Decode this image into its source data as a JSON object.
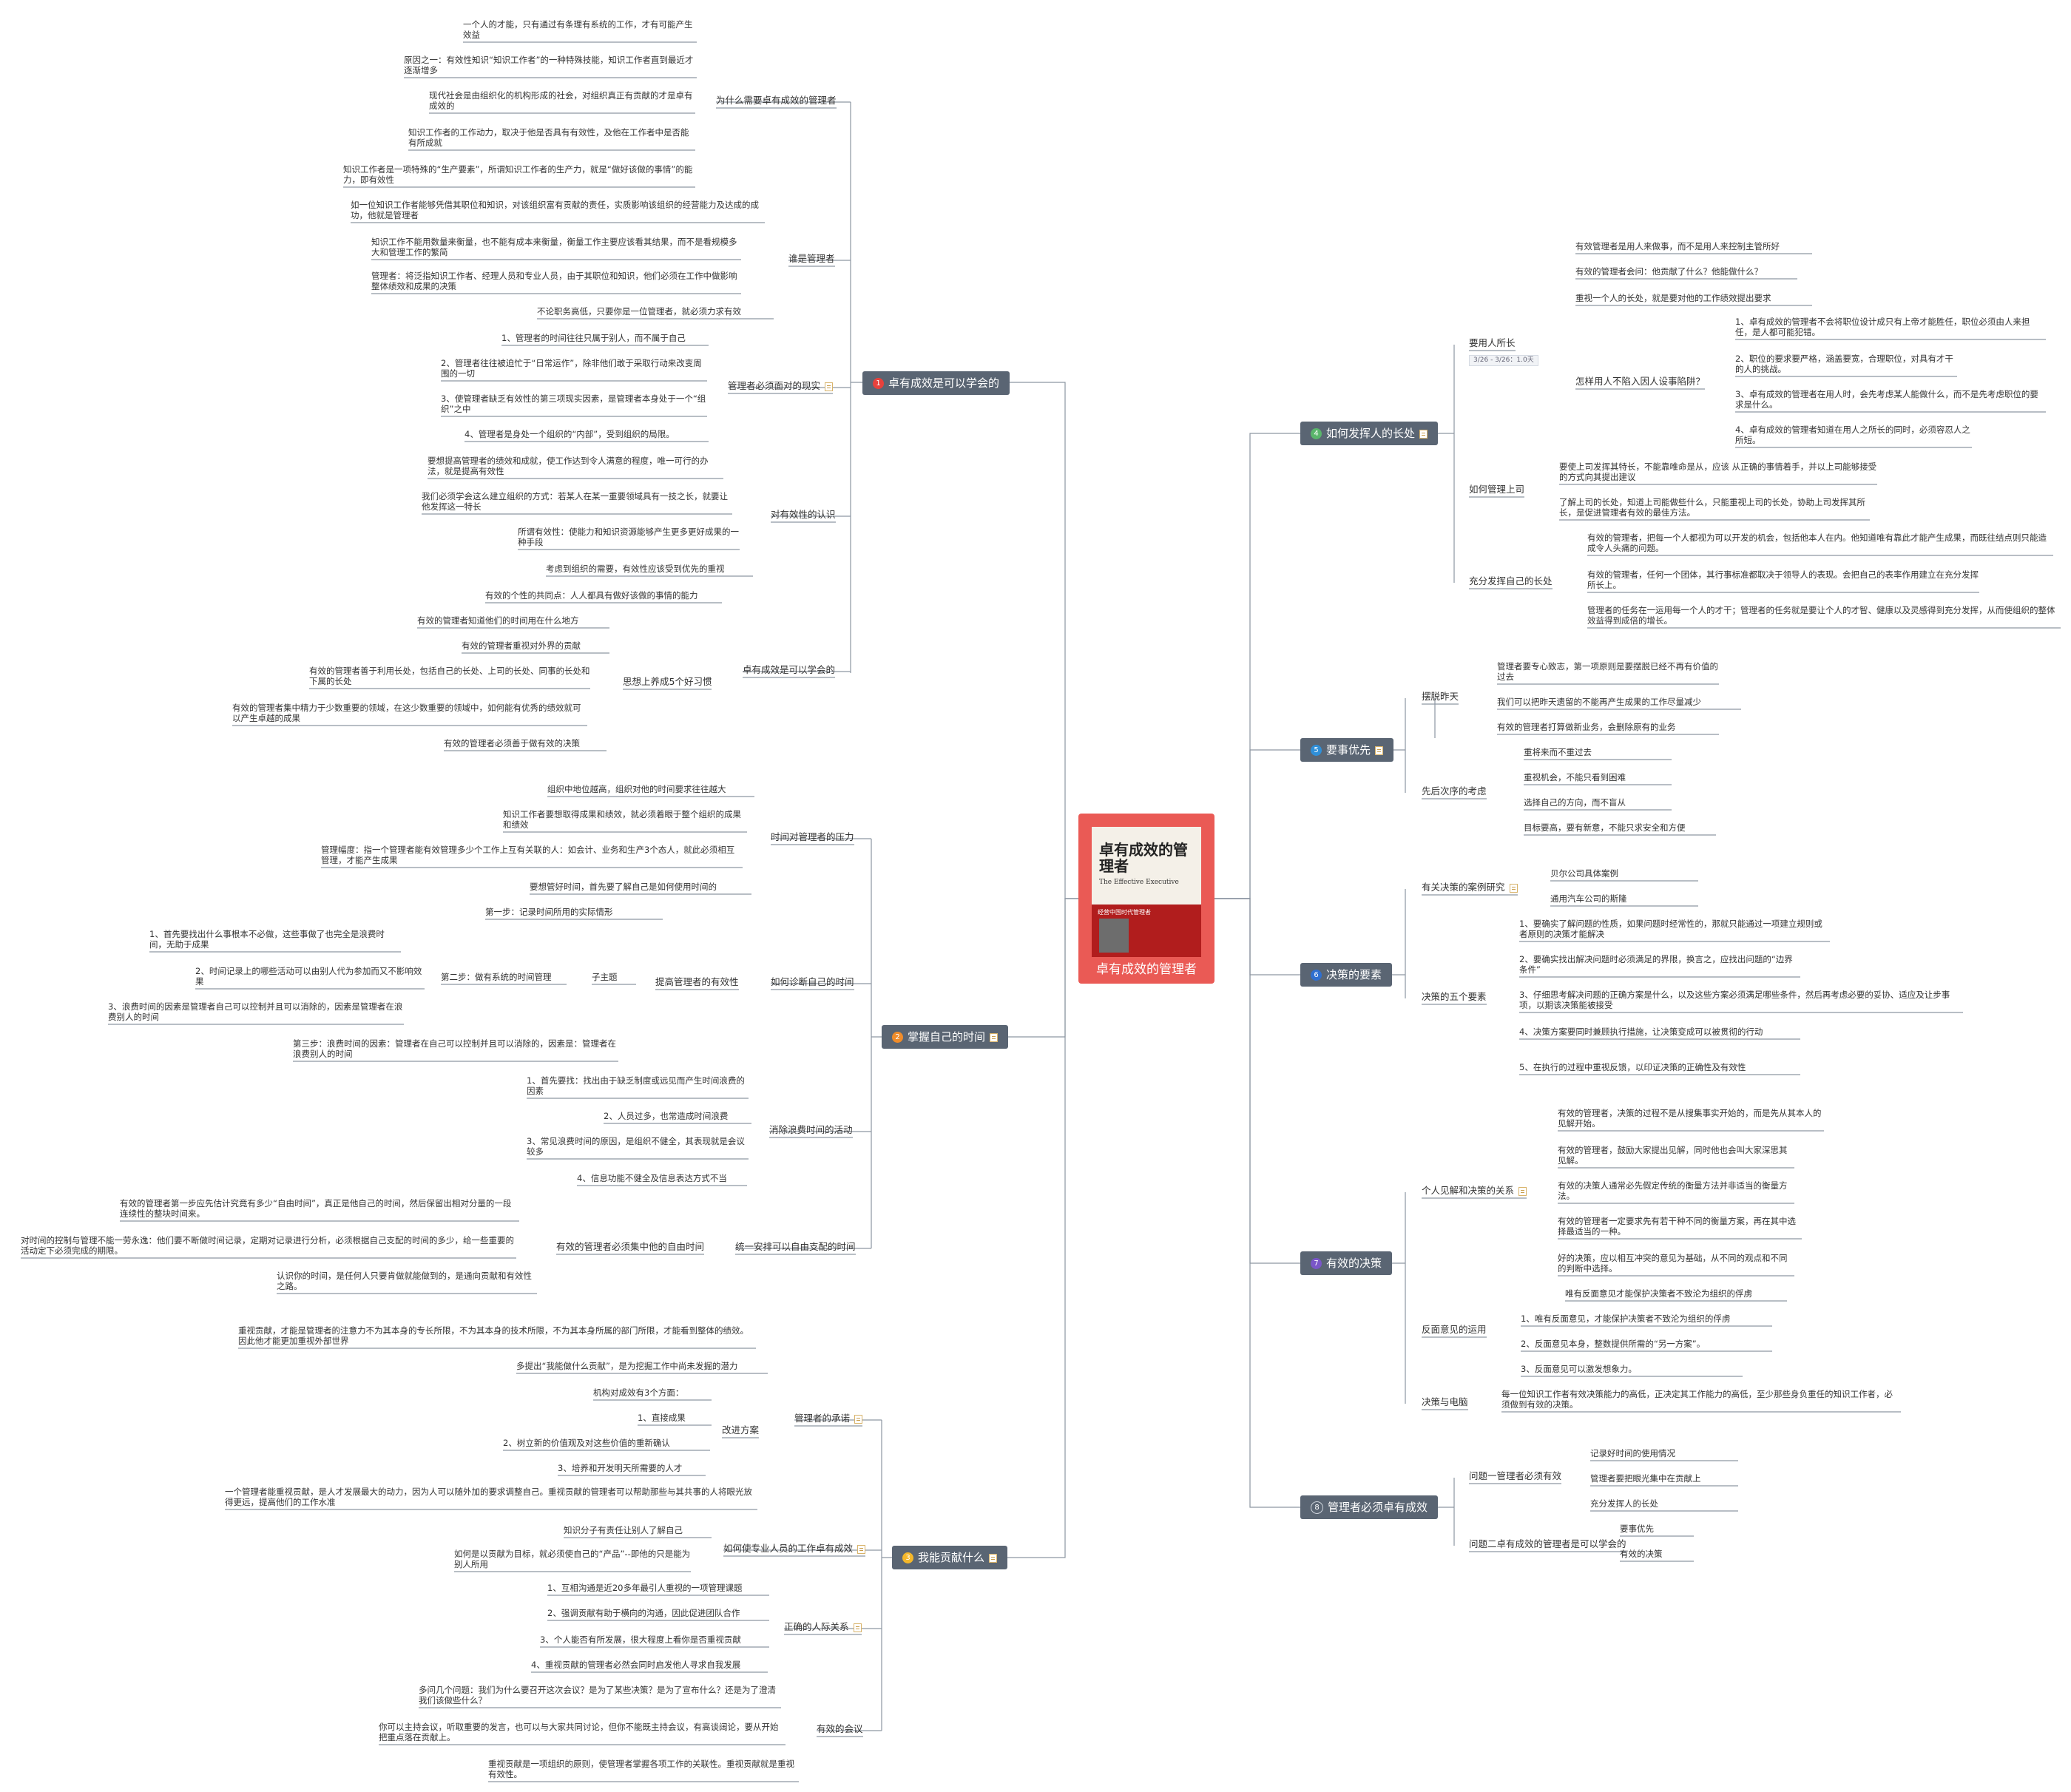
{
  "root": {
    "title": "卓有成效的管理者",
    "book_title": "卓有成效的管理者",
    "book_subtitle": "The Effective Executive",
    "book_band": "经营中国时代管理者"
  },
  "branches": {
    "b1": {
      "num": "1",
      "label": "卓有成效是可以学会的"
    },
    "b2": {
      "num": "2",
      "label": "掌握自己的时间"
    },
    "b3": {
      "num": "3",
      "label": "我能贡献什么"
    },
    "b4": {
      "num": "4",
      "label": "如何发挥人的长处"
    },
    "b5": {
      "num": "5",
      "label": "要事优先"
    },
    "b6": {
      "num": "6",
      "label": "决策的要素"
    },
    "b7": {
      "num": "7",
      "label": "有效的决策"
    },
    "b8": {
      "num": "8",
      "label": "管理者必须卓有成效"
    }
  },
  "colors": {
    "branch_bg": "#5a6573",
    "root_bg": "#ea5a55",
    "line": "#8d96a2",
    "b1": "#e8413c",
    "b2": "#f08c2a",
    "b3": "#f4b72a",
    "b4": "#5ab56b",
    "b5": "#2f8fd8",
    "b6": "#2f6fd0",
    "b7": "#7a56c8",
    "b8": "#5a6573"
  },
  "icons": {
    "note": "note-icon",
    "number": "number-badge-icon"
  },
  "b1": {
    "s1": "为什么需要卓有成效的管理者",
    "s1_items": [
      "一个人的才能，只有通过有条理有系统的工作，才有可能产生效益",
      "原因之一：有效性知识“知识工作者”的一种特殊技能，知识工作者直到最近才逐渐增多",
      "现代社会是由组织化的机构形成的社会，对组织真正有贡献的才是卓有成效的",
      "知识工作者的工作动力，取决于他是否具有有效性，及他在工作者中是否能有所成就",
      "知识工作者是一项特殊的“生产要素”，所谓知识工作者的生产力，就是“做好该做的事情”的能力，即有效性"
    ],
    "s2": "谁是管理者",
    "s2_items": [
      "如一位知识工作者能够凭借其职位和知识，对该组织富有贡献的责任，实质影响该组织的经营能力及达成的成功，他就是管理者",
      "知识工作不能用数量来衡量，也不能有成本来衡量，衡量工作主要应该看其结果，而不是看规模多大和管理工作的繁简",
      "管理者：将泛指知识工作者、经理人员和专业人员，由于其职位和知识，他们必须在工作中做影响整体绩效和成果的决策",
      "不论职务高低，只要你是一位管理者，就必须力求有效"
    ],
    "s3": "管理者必须面对的现实",
    "s3_items": [
      "1、管理者的时间往往只属于别人，而不属于自己",
      "2、管理者往往被迫忙于“日常运作”，除非他们敢于采取行动来改变周围的一切",
      "3、使管理者缺乏有效性的第三项现实因素，是管理者本身处于一个“组织”之中",
      "4、管理者是身处一个组织的“内部”，受到组织的局限。"
    ],
    "s4": "对有效性的认识",
    "s4_items": [
      "要想提高管理者的绩效和成就，使工作达到令人满意的程度，唯一可行的办法，就是提高有效性",
      "我们必须学会这么建立组织的方式：若某人在某一重要领域具有一技之长，就要让他发挥这一特长",
      "所谓有效性：使能力和知识资源能够产生更多更好成果的一种手段",
      "考虑到组织的需要，有效性应该受到优先的重视"
    ],
    "s5": "卓有成效是可以学会的",
    "s5_a": "有效的个性的共同点：人人都具有做好该做的事情的能力",
    "s5_b": "思想上养成5个好习惯",
    "s5_items": [
      "有效的管理者知道他们的时间用在什么地方",
      "有效的管理者重视对外界的贡献",
      "有效的管理者善于利用长处，包括自己的长处、上司的长处、同事的长处和下属的长处",
      "有效的管理者集中精力于少数重要的领域，在这少数重要的领域中，如何能有优秀的绩效就可以产生卓越的成果",
      "有效的管理者必须善于做有效的决策"
    ]
  },
  "b2": {
    "s1": "时间对管理者的压力",
    "s1_items": [
      "组织中地位越高，组织对他的时间要求往往越大",
      "知识工作者要想取得成果和绩效，就必须着眼于整个组织的成果和绩效",
      "管理幅度：指一个管理者能有效管理多少个工作上互有关联的人：如会计、业务和生产3个态人，就此必须相互管理，才能产生成果",
      "要想管好时间，首先要了解自己是如何使用时间的"
    ],
    "s2": "如何诊断自己的时间",
    "s2_a": "提高管理者的有效性",
    "s2_step1": "第一步：记录时间所用的实际情形",
    "s2_step2": "第二步：做有系统的时间管理",
    "s2_sub": "子主题",
    "s2_step2_items": [
      "1、首先要找出什么事根本不必做，这些事做了也完全是浪费时间，无助于成果",
      "2、时间记录上的哪些活动可以由别人代为参加而又不影响效果",
      "3、浪费时间的因素是管理者自己可以控制并且可以消除的，因素是管理者在浪费别人的时间"
    ],
    "s2_step3": "第三步：浪费时间的因素：管理者在自己可以控制并且可以消除的，因素是：管理者在浪费别人的时间",
    "s3": "消除浪费时间的活动",
    "s3_items": [
      "1、首先要找：找出由于缺乏制度或远见而产生时间浪费的因素",
      "2、人员过多，也常造成时间浪费",
      "3、常见浪费时间的原因，是组织不健全，其表现就是会议较多",
      "4、信息功能不健全及信息表达方式不当"
    ],
    "s4": "统一安排可以自由支配的时间",
    "s4_a": "有效的管理者必须集中他的自由时间",
    "s4_items": [
      "有效的管理者第一步应先估计究竟有多少“自由时间”，真正是他自己的时间，然后保留出相对分量的一段连续性的整块时间来。",
      "对时间的控制与管理不能一劳永逸：他们要不断做时间记录，定期对记录进行分析，必须根据自己支配的时间的多少，给一些重要的活动定下必须完成的期限。",
      "认识你的时间，是任何人只要肯做就能做到的，是通向贡献和有效性之路。"
    ]
  },
  "b3": {
    "s1": "管理者的承诺",
    "s1_top": "重视贡献，才能是管理者的注意力不为其本身的专长所限，不为其本身的技术所限，不为其本身所属的部门所限，才能看到整体的绩效。因此他才能更加重视外部世界",
    "s1_a": "多提出“我能做什么贡献”，是为挖掘工作中尚未发掘的潜力",
    "s1_b": "改进方案",
    "s1_b_items": [
      "机构对成效有3个方面：",
      "1、直接成果",
      "2、树立新的价值观及对这些价值的重新确认",
      "3、培养和开发明天所需要的人才"
    ],
    "s1_c": "一个管理者能重视贡献，是人才发展最大的动力，因为人可以随外加的要求调整自己。重视贡献的管理者可以帮助那些与其共事的人将眼光放得更远，提高他们的工作水准",
    "s2": "如何使专业人员的工作卓有成效",
    "s2_items": [
      "知识分子有责任让别人了解自己",
      "如何是以贡献为目标，就必须使自己的“产品”--即他的只是能为别人所用"
    ],
    "s3": "正确的人际关系",
    "s3_items": [
      "1、互相沟通是近20多年最引人重视的一项管理课题",
      "2、强调贡献有助于横向的沟通，因此促进团队合作",
      "3、个人能否有所发展，很大程度上看你是否重视贡献",
      "4、重视贡献的管理者必然会同时启发他人寻求自我发展"
    ],
    "s4": "有效的会议",
    "s4_items": [
      "多问几个问题：我们为什么要召开这次会议？是为了某些决策？是为了宣布什么？还是为了澄清我们该做些什么？",
      "你可以主持会议，听取重要的发言，也可以与大家共同讨论，但你不能既主持会议，有高谈阔论，要从开始把重点落在贡献上。",
      "重视贡献是一项组织的原则，使管理者掌握各项工作的关联性。重视贡献就是重视有效性。"
    ]
  },
  "b4": {
    "s1": "要用人所长",
    "s1_stamp": "3/26 - 3/26：1.0天",
    "s1_items": [
      "有效管理者是用人来做事，而不是用人来控制主管所好",
      "有效的管理者会问：他贡献了什么？他能做什么？",
      "重视一个人的长处，就是要对他的工作绩效提出要求"
    ],
    "s1_sub": "怎样用人不陷入因人设事陷阱？",
    "s1_sub_items": [
      "1、卓有成效的管理者不会将职位设计成只有上帝才能胜任，职位必须由人来担任，是人都可能犯错。",
      "2、职位的要求要严格，涵盖要宽，合理职位，对具有才干的人的挑战。",
      "3、卓有成效的管理者在用人时，会先考虑某人能做什么，而不是先考虑职位的要求是什么。",
      "4、卓有成效的管理者知道在用人之所长的同时，必须容忍人之所短。"
    ],
    "s2": "如何管理上司",
    "s2_items": [
      "要使上司发挥其特长，不能靠唯命是从，应该 从正确的事情着手，并以上司能够接受的方式向其提出建议",
      "了解上司的长处，知道上司能做些什么，只能重视上司的长处，协助上司发挥其所长，是促进管理者有效的最佳方法。"
    ],
    "s3": "充分发挥自己的长处",
    "s3_items": [
      "有效的管理者，把每一个人都视为可以开发的机会，包括他本人在内。他知道唯有靠此才能产生成果，而既往结点则只能造成令人头痛的问题。",
      "有效的管理者，任何一个团体，其行事标准都取决于领导人的表现。会把自己的表率作用建立在充分发挥所长上。",
      "管理者的任务在一运用每一个人的才干；管理者的任务就是要让个人的才智、健康以及灵感得到充分发挥，从而使组织的整体效益得到成倍的增长。"
    ]
  },
  "b5": {
    "s1": "摆脱昨天",
    "s1_items": [
      "管理者要专心致志，第一项原则是要摆脱已经不再有价值的过去",
      "我们可以把昨天遗留的不能再产生成果的工作尽量减少",
      "有效的管理者打算做新业务，会删除原有的业务"
    ],
    "s2": "先后次序的考虑",
    "s2_items": [
      "重将来而不重过去",
      "重视机会，不能只看到困难",
      "选择自己的方向，而不盲从",
      "目标要高，要有新意，不能只求安全和方便"
    ]
  },
  "b6": {
    "s1": "有关决策的案例研究",
    "s1_items": [
      "贝尔公司具体案例",
      "通用汽车公司的斯隆"
    ],
    "s2": "决策的五个要素",
    "s2_items": [
      "1、要确实了解问题的性质，如果问题时经常性的，那就只能通过一项建立规则或者原则的决策才能解决",
      "2、要确实找出解决问题时必须满足的界限，换言之，应找出问题的“边界条件”",
      "3、仔细思考解决问题的正确方案是什么，以及这些方案必须满足哪些条件，然后再考虑必要的妥协、适应及让步事项，以期该决策能被接受",
      "4、决策方案要同时兼顾执行措施，让决策变成可以被贯彻的行动",
      "5、在执行的过程中重视反馈，以印证决策的正确性及有效性"
    ]
  },
  "b7": {
    "s1": "个人见解和决策的关系",
    "s1_items": [
      "有效的管理者，决策的过程不是从搜集事实开始的，而是先从其本人的见解开始。",
      "有效的管理者，鼓励大家提出见解，同时他也会叫大家深思其见解。",
      "有效的决策人通常必先假定传统的衡量方法并非适当的衡量方法。",
      "有效的管理者一定要求先有若干种不同的衡量方案，再在其中选择最适当的一种。",
      "好的决策，应以相互冲突的意见为基础，从不同的观点和不同的判断中选择。"
    ],
    "s2": "反面意见的运用",
    "s2_items": [
      "唯有反面意见才能保护决策者不致沦为组织的俘虏",
      "1、唯有反面意见，才能保护决策者不致沦为组织的俘虏",
      "2、反面意见本身，整数提供所需的“另一方案”。",
      "3、反面意见可以激发想象力。"
    ],
    "s3": "决策与电脑",
    "s3_items": [
      "每一位知识工作者有效决策能力的高低，正决定其工作能力的高低，至少那些身负重任的知识工作者，必须做到有效的决策。"
    ]
  },
  "b8": {
    "s1": "问题一管理者必须有效",
    "s1_items": [
      "记录好时间的使用情况",
      "管理者要把眼光集中在贡献上",
      "充分发挥人的长处"
    ],
    "s2": "问题二卓有成效的管理者是可以学会的",
    "s2_items": [
      "要事优先",
      "有效的决策"
    ]
  }
}
